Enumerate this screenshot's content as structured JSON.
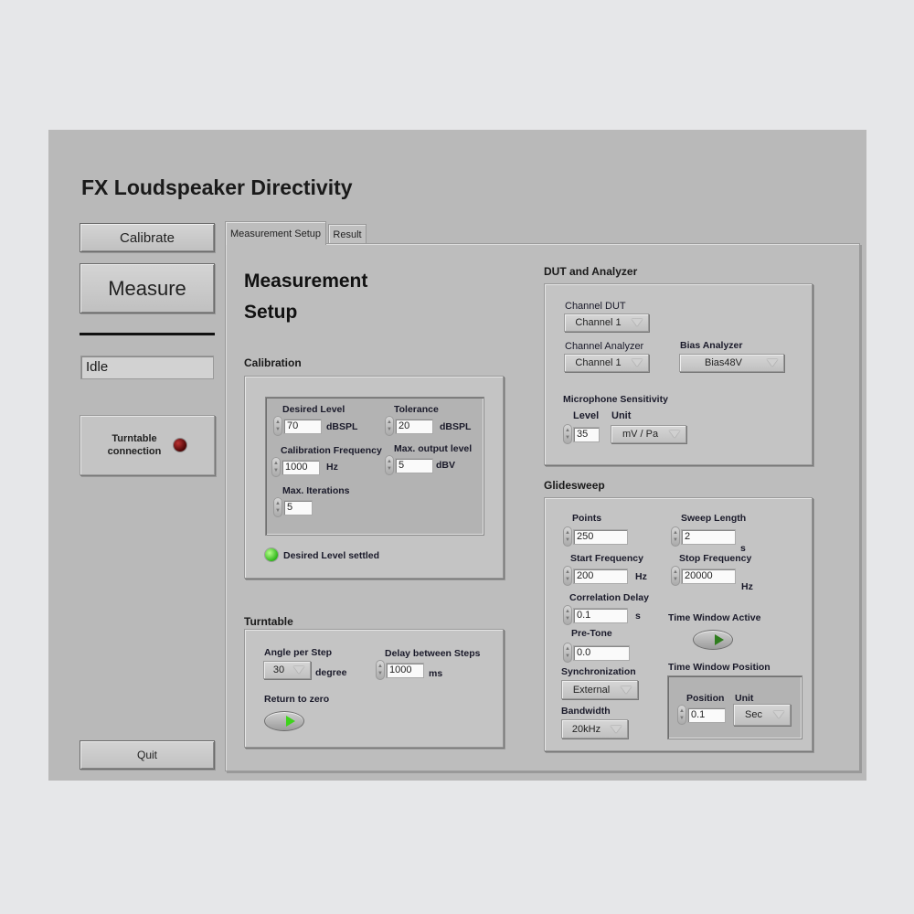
{
  "app": {
    "title": "FX Loudspeaker Directivity"
  },
  "sidebar": {
    "calibrate_label": "Calibrate",
    "measure_label": "Measure",
    "status_text": "Idle",
    "turntable_connection_label_1": "Turntable",
    "turntable_connection_label_2": "connection",
    "turntable_connection_led": "off",
    "quit_label": "Quit"
  },
  "tabs": [
    {
      "label": "Measurement Setup",
      "active": true
    },
    {
      "label": "Result",
      "active": false
    }
  ],
  "main": {
    "heading_1": "Measurement",
    "heading_2": "Setup",
    "calibration": {
      "title": "Calibration",
      "desired_level": {
        "label": "Desired Level",
        "value": "70",
        "unit": "dBSPL"
      },
      "tolerance": {
        "label": "Tolerance",
        "value": "20",
        "unit": "dBSPL"
      },
      "calibration_frequency": {
        "label": "Calibration Frequency",
        "value": "1000",
        "unit": "Hz"
      },
      "max_output_level": {
        "label": "Max. output level",
        "value": "5",
        "unit": "dBV"
      },
      "max_iterations": {
        "label": "Max. Iterations",
        "value": "5"
      },
      "settled_label": "Desired Level settled",
      "settled_led": "on"
    },
    "turntable": {
      "title": "Turntable",
      "angle_per_step": {
        "label": "Angle per Step",
        "value": "30",
        "unit": "degree"
      },
      "delay_between_steps": {
        "label": "Delay between Steps",
        "value": "1000",
        "unit": "ms"
      },
      "return_to_zero_label": "Return to zero"
    },
    "dut_analyzer": {
      "title": "DUT and Analyzer",
      "channel_dut": {
        "label": "Channel DUT",
        "value": "Channel 1"
      },
      "channel_analyzer": {
        "label": "Channel Analyzer",
        "value": "Channel 1"
      },
      "bias_analyzer": {
        "label": "Bias Analyzer",
        "value": "Bias48V"
      },
      "mic_sensitivity_label": "Microphone Sensitivity",
      "level": {
        "label": "Level",
        "value": "35"
      },
      "unit": {
        "label": "Unit",
        "value": "mV / Pa"
      }
    },
    "glidesweep": {
      "title": "Glidesweep",
      "points": {
        "label": "Points",
        "value": "250"
      },
      "sweep_length": {
        "label": "Sweep Length",
        "value": "2",
        "unit": "s"
      },
      "start_frequency": {
        "label": "Start Frequency",
        "value": "200",
        "unit": "Hz"
      },
      "stop_frequency": {
        "label": "Stop Frequency",
        "value": "20000",
        "unit": "Hz"
      },
      "correlation_delay": {
        "label": "Correlation Delay",
        "value": "0.1",
        "unit": "s"
      },
      "time_window_active_label": "Time Window Active",
      "pre_tone": {
        "label": "Pre-Tone",
        "value": "0.0"
      },
      "synchronization": {
        "label": "Synchronization",
        "value": "External"
      },
      "bandwidth": {
        "label": "Bandwidth",
        "value": "20kHz"
      },
      "time_window_position": {
        "title": "Time Window Position",
        "position": {
          "label": "Position",
          "value": "0.1"
        },
        "unit": {
          "label": "Unit",
          "value": "Sec"
        }
      }
    }
  }
}
